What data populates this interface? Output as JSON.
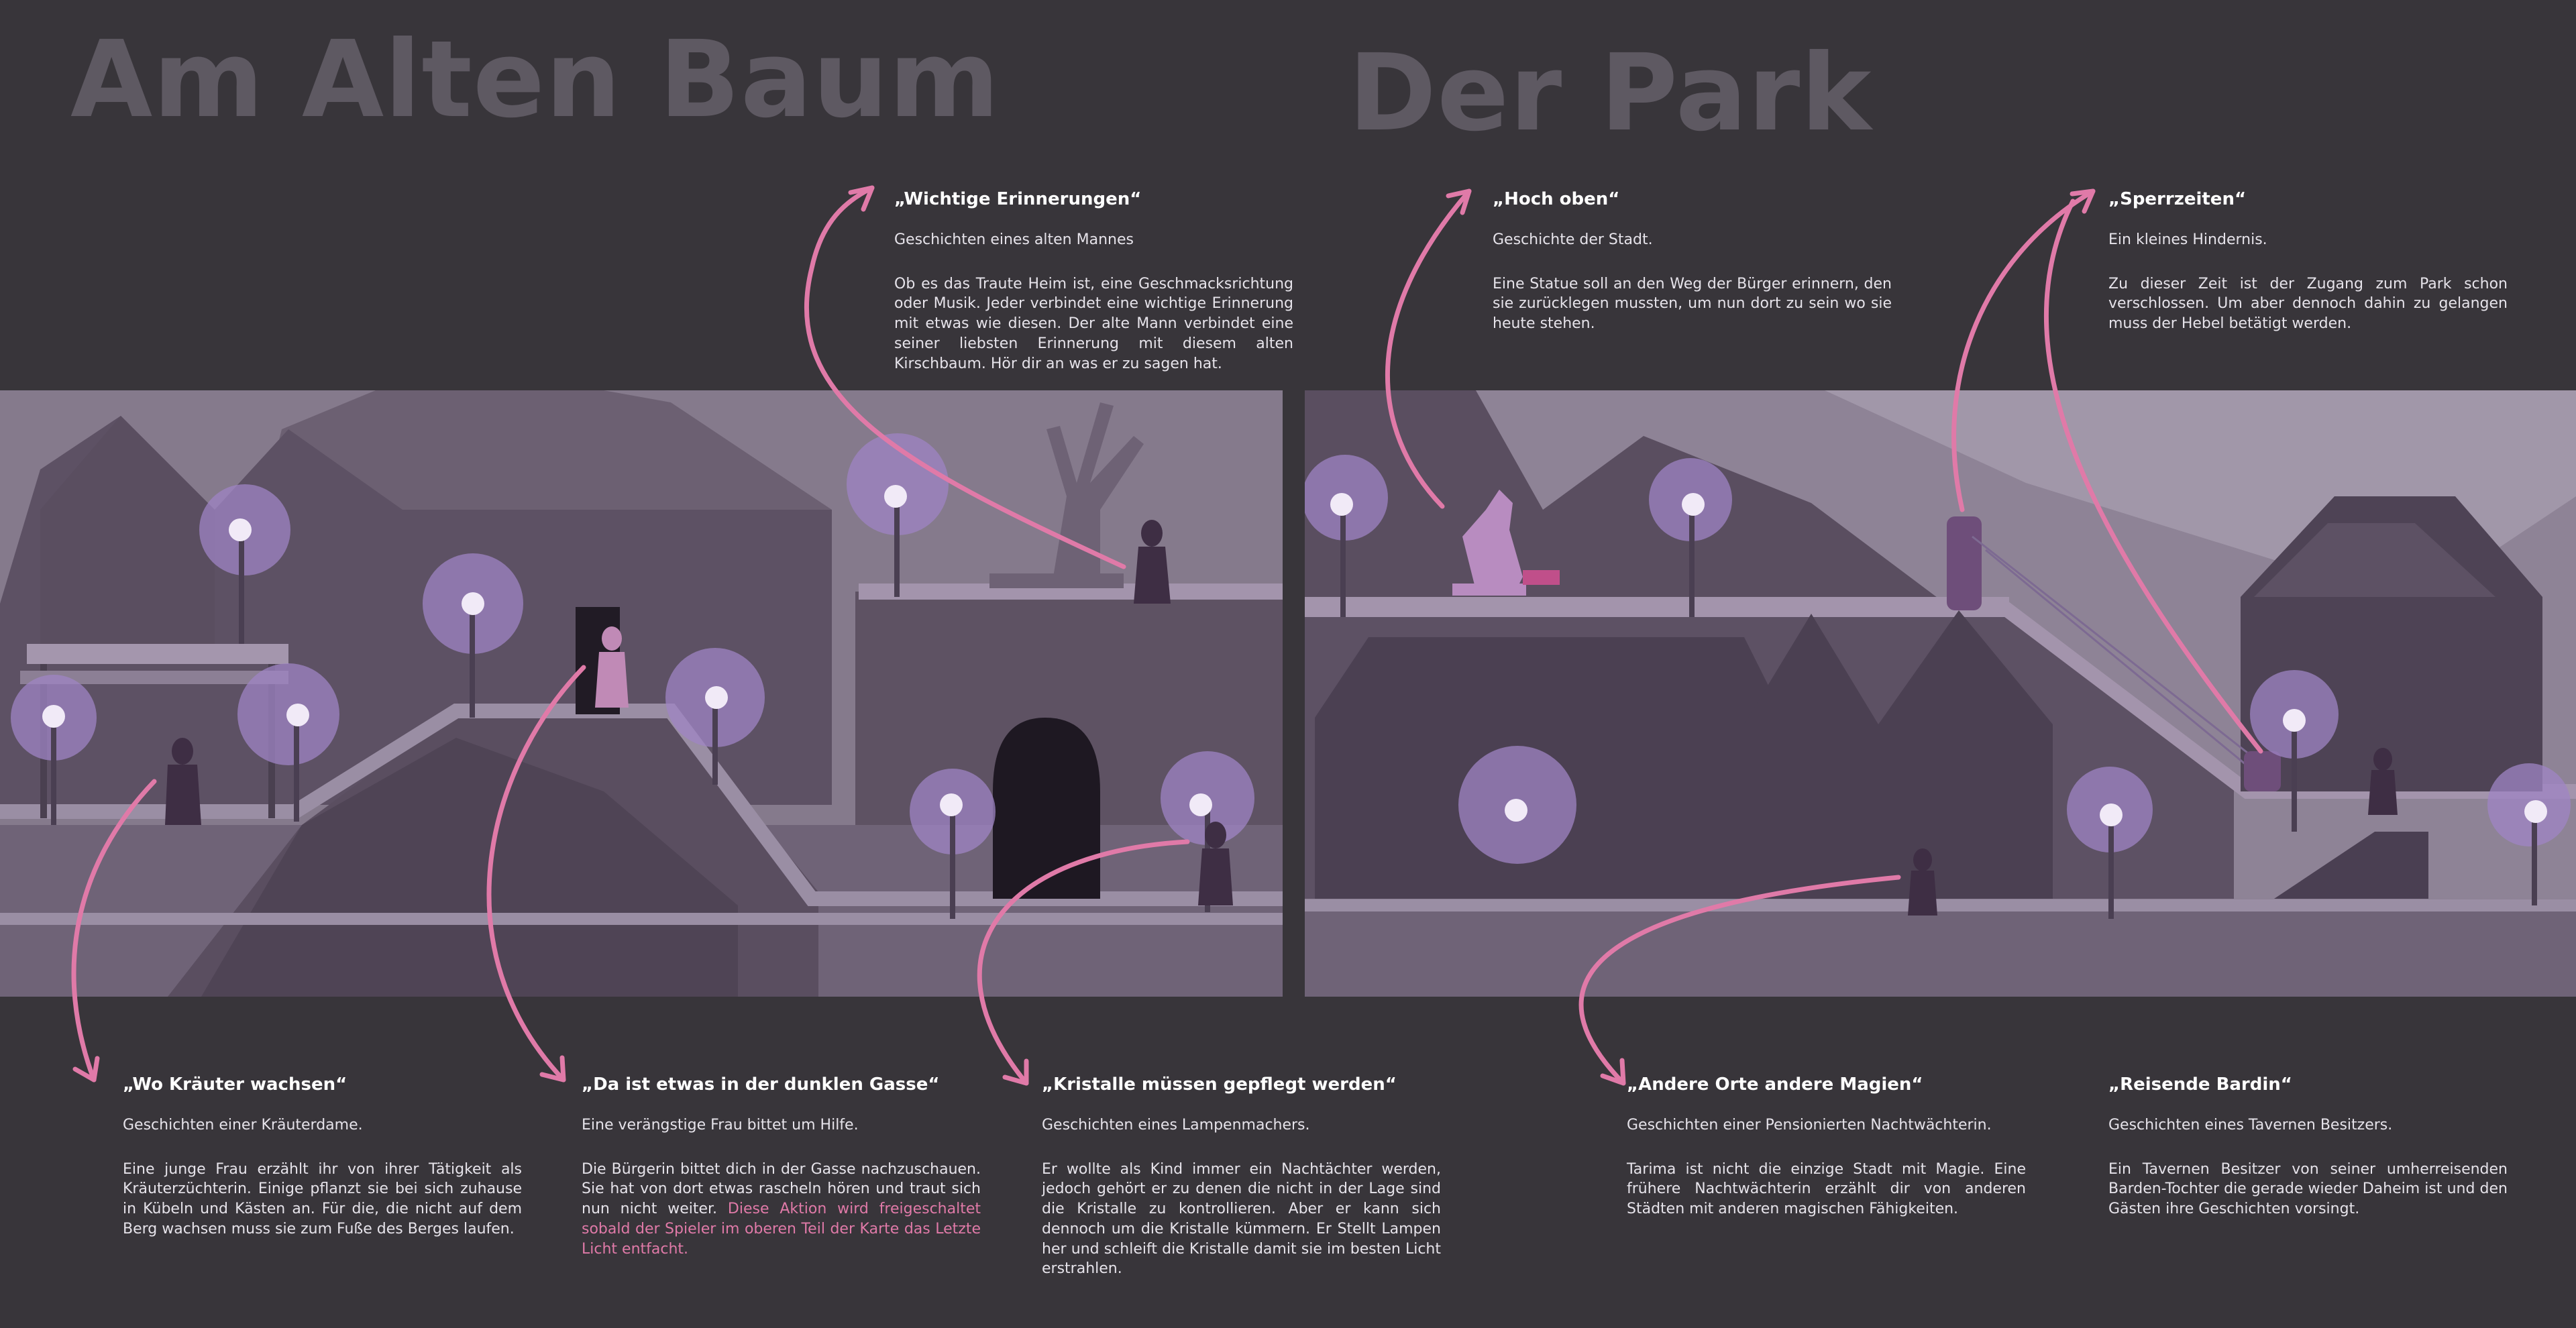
{
  "titles": {
    "left": "Am Alten Baum",
    "right": "Der Park"
  },
  "colors": {
    "background": "#38353a",
    "accent": "#e07aa8",
    "scene": "#5a4e62",
    "lamp_glow": "#9f84c4"
  },
  "icons": {
    "arrow": "curved-arrow-icon",
    "lamp": "lamp-post-icon",
    "character": "character-silhouette-icon"
  },
  "notes": {
    "wichtige": {
      "title": "„Wichtige Erinnerungen“",
      "subtitle": "Geschichten eines alten Mannes",
      "body": "Ob es das Traute Heim ist, eine Geschmacksrichtung oder Musik. Jeder verbindet eine wichtige Erinnerung mit etwas wie diesen. Der alte Mann verbindet eine seiner liebsten Erinnerung mit diesem alten Kirschbaum. Hör dir an was er zu sagen hat."
    },
    "hoch": {
      "title": "„Hoch oben“",
      "subtitle": "Geschichte der Stadt.",
      "body": "Eine Statue soll an den Weg der Bürger erinnern, den sie zurücklegen mussten, um nun dort zu sein wo sie heute stehen."
    },
    "sperr": {
      "title": "„Sperrzeiten“",
      "subtitle": "Ein kleines Hindernis.",
      "body": "Zu dieser Zeit ist der Zugang zum Park schon verschlossen. Um aber dennoch dahin zu gelangen muss der Hebel betätigt werden."
    },
    "kraeuter": {
      "title": "„Wo Kräuter wachsen“",
      "subtitle": "Geschichten einer Kräuterdame.",
      "body": "Eine junge Frau erzählt ihr von ihrer Tätigkeit als Kräuterzüchterin. Einige pflanzt sie bei sich zuhause in Kübeln und Kästen an. Für die, die nicht auf dem Berg wachsen muss sie zum Fuße des Berges laufen."
    },
    "gasse": {
      "title": "„Da ist etwas in der dunklen Gasse“",
      "subtitle": "Eine verängstige Frau bittet um Hilfe.",
      "body": "Die Bürgerin bittet dich in der Gasse nachzuschauen. Sie hat von dort etwas rascheln hören und traut sich nun nicht weiter.",
      "highlight": "Diese Aktion wird freigeschaltet sobald der Spieler im oberen Teil der Karte das Letzte Licht entfacht."
    },
    "kristalle": {
      "title": "„Kristalle müssen gepflegt werden“",
      "subtitle": "Geschichten eines Lampenmachers.",
      "body": "Er wollte als Kind immer ein Nachtächter werden, jedoch gehört er zu denen die nicht in der Lage sind die Kristalle zu kontrollieren. Aber er kann sich dennoch um die Kristalle kümmern. Er Stellt Lampen her und schleift die Kristalle damit sie im besten Licht erstrahlen."
    },
    "andere": {
      "title": "„Andere Orte andere Magien“",
      "subtitle": "Geschichten einer Pensionierten Nachtwächterin.",
      "body": "Tarima ist nicht die einzige Stadt mit Magie. Eine frühere Nachtwächterin erzählt dir von anderen Städten mit anderen magischen Fähigkeiten."
    },
    "bardin": {
      "title": "„Reisende Bardin“",
      "subtitle": "Geschichten eines Tavernen Besitzers.",
      "body": "Ein Tavernen Besitzer von seiner umherreisenden Barden-Tochter die gerade wieder Daheim ist und den Gästen ihre Geschichten vorsingt."
    }
  }
}
